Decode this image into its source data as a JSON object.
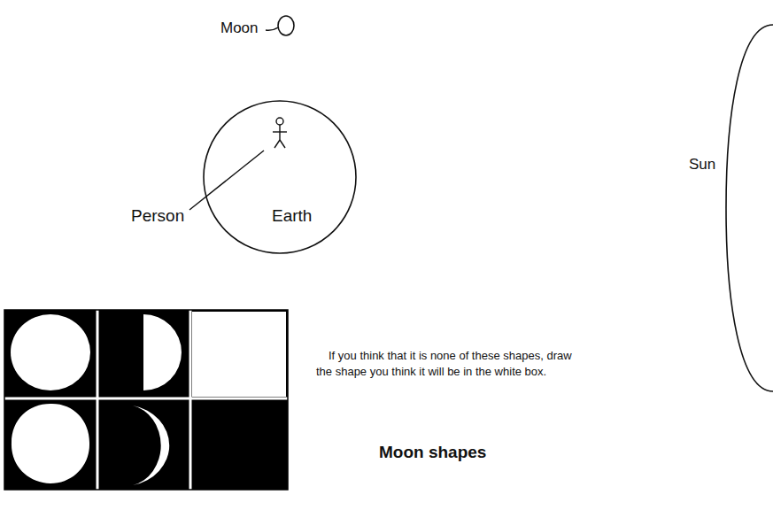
{
  "diagram": {
    "nodes": [
      {
        "text": [
          "Earth"
        ]
      }
    ],
    "labels": [
      "Moon",
      "Person",
      "Sun",
      "If you think that it is none of these shapes, draw the shape you think it will be in the white box.",
      "Moon shapes"
    ]
  }
}
